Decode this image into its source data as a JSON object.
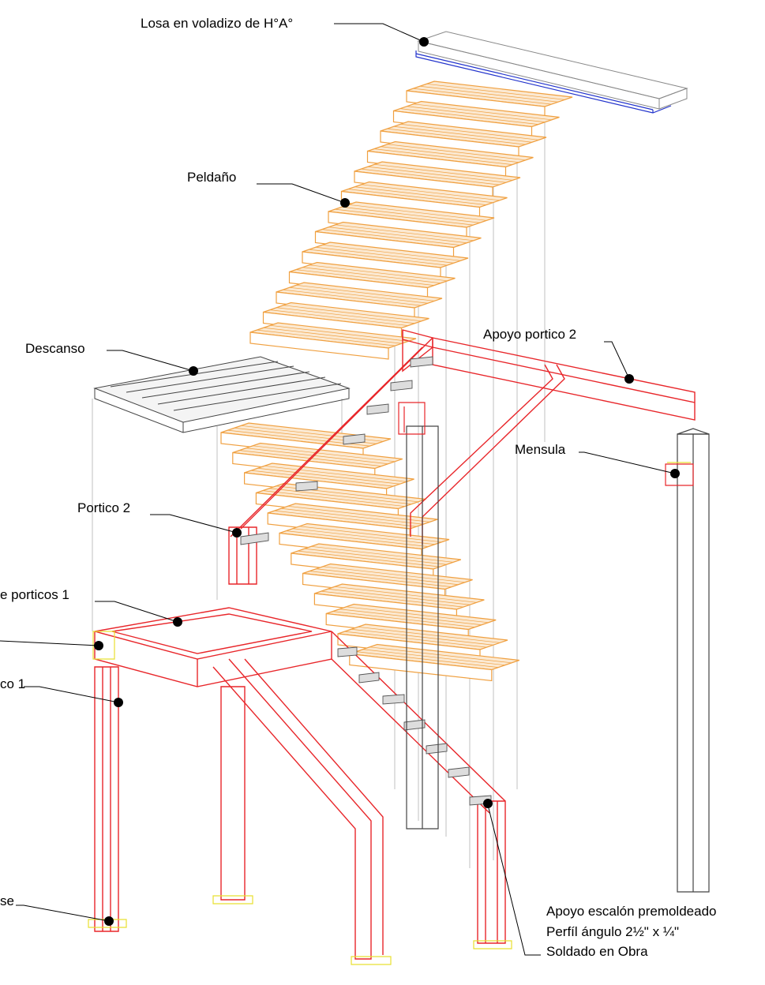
{
  "labels": {
    "losa": "Losa en voladizo de H°A°",
    "peldano": "Peldaño",
    "descanso": "Descanso",
    "apoyo_portico_2": "Apoyo portico 2",
    "mensula": "Mensula",
    "portico_2": "Portico 2",
    "porticos_1": "e porticos 1",
    "portico_1": "co 1",
    "base": "se",
    "apoyo_escalon_1": "Apoyo escalón premoldeado",
    "apoyo_escalon_2": "Perfíl ángulo 2½\" x ¼\"",
    "apoyo_escalon_3": "Soldado en Obra"
  },
  "colors": {
    "steel": "#e8262a",
    "step": "#f0a040",
    "structure": "#444444",
    "channel": "#2233cc",
    "plate": "#e8e030",
    "leader": "#000000"
  }
}
